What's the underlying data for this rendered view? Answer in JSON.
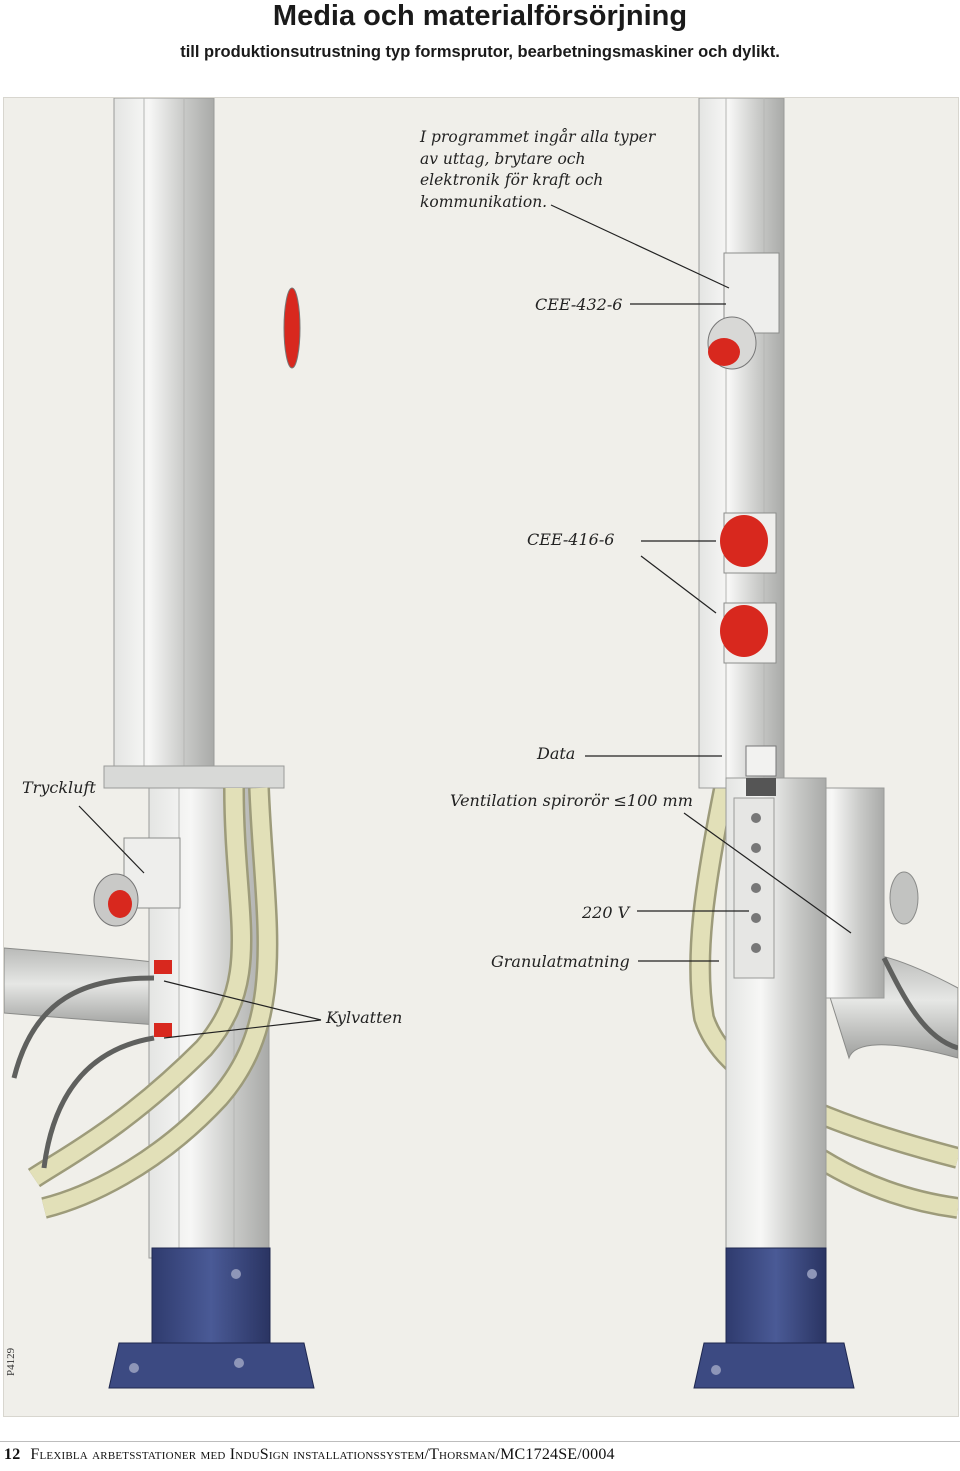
{
  "header": {
    "title": "Media och materialförsörjning",
    "subtitle": "till produktionsutrustning typ formsprutor, bearbetningsmaskiner och dylikt."
  },
  "intro": {
    "line1": "I programmet ingår alla typer",
    "line2": "av uttag, brytare och",
    "line3": "elektronik för kraft och",
    "line4": "kommunikation."
  },
  "labels": {
    "cee432": "CEE-432-6",
    "cee416": "CEE-416-6",
    "data": "Data",
    "tryckluft": "Tryckluft",
    "ventilation": "Ventilation spirorör  ≤100 mm",
    "v220": "220 V",
    "granulat": "Granulatmatning",
    "kylvatten": "Kylvatten"
  },
  "figure_code": "P4129",
  "footer": {
    "page_number": "12",
    "text": "Flexibla arbetsstationer med InduSign installationssystem/Thorsman/MC1724SE/0004"
  },
  "colors": {
    "column": "#c8c9c7",
    "base_plate": "#3c4a82",
    "socket_red": "#d8281e",
    "hose": "#e2e0b8",
    "background": "#f0efea"
  }
}
